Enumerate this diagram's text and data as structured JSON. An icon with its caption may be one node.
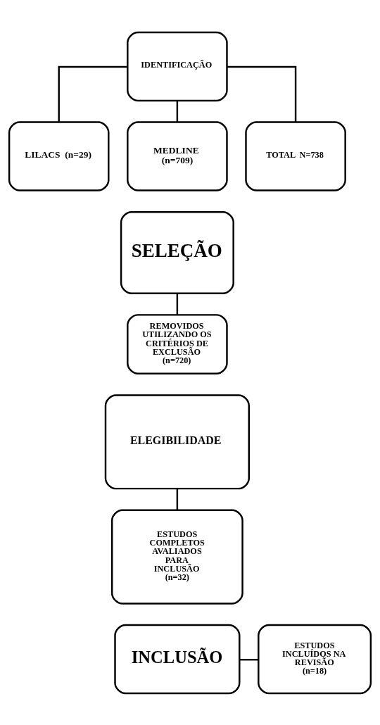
{
  "diagram": {
    "nodes": [
      {
        "text": [
          "IDENTIFICAÇÃO"
        ]
      },
      {
        "text": [
          "LILACS  (n=29)"
        ]
      },
      {
        "text": [
          "MEDLINE (n=709)"
        ]
      },
      {
        "text": [
          "TOTAL  N=738"
        ]
      },
      {
        "text": [
          "SELEÇÃO"
        ]
      },
      {
        "text": [
          "REMOVIDOS UTILIZANDO OS CRITÉRIOS DE EXCLUSÃO (n=720)"
        ]
      },
      {
        "text": [
          "ELEGIBILIDADE"
        ]
      },
      {
        "text": [
          "ESTUDOS COMPLETOS AVALIADOS PARA INCLUSÃO (n=32)"
        ]
      },
      {
        "text": [
          "INCLUSÃO"
        ]
      },
      {
        "text": [
          "ESTUDOS INCLUÍDOS NA REVISÃO (n=18)"
        ]
      }
    ],
    "edges": [
      {
        "from": 0,
        "to": 1,
        "arrow": "none"
      },
      {
        "from": 0,
        "to": 2,
        "arrow": "none"
      },
      {
        "from": 0,
        "to": 3,
        "arrow": "none"
      },
      {
        "from": 4,
        "to": 5,
        "arrow": "none"
      },
      {
        "from": 6,
        "to": 7,
        "arrow": "none"
      },
      {
        "from": 8,
        "to": 9,
        "arrow": "none"
      }
    ]
  }
}
